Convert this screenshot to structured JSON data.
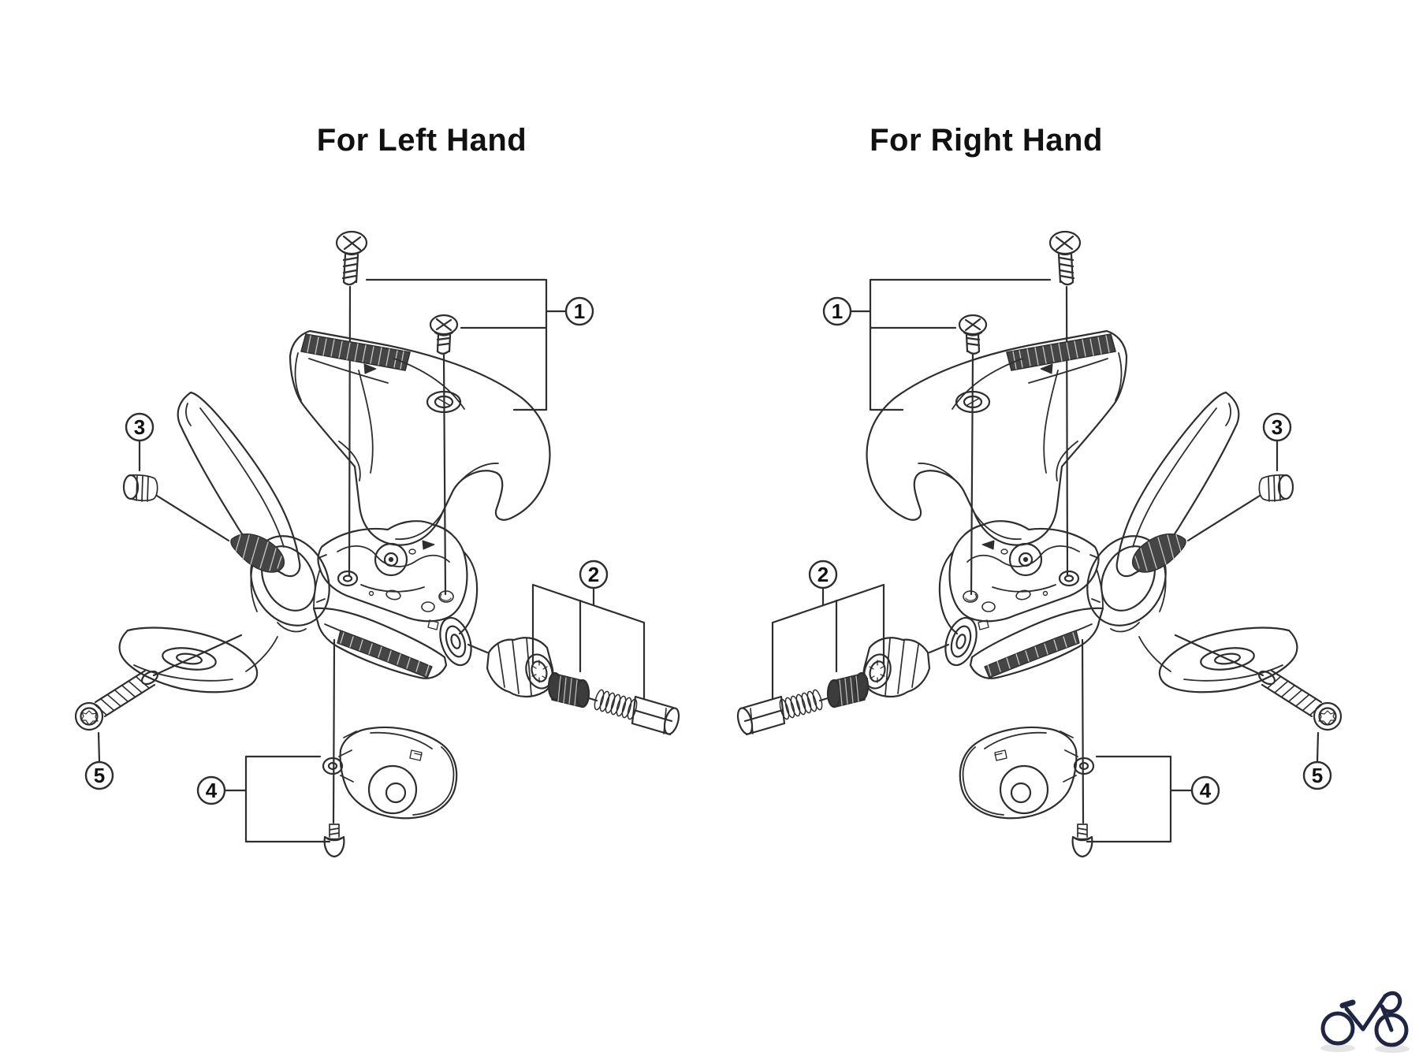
{
  "page": {
    "background_color": "#ffffff",
    "ink_color": "#2e2e2e",
    "dark_texture_color": "#454545"
  },
  "titles": {
    "left": "For Left Hand",
    "right": "For Right Hand"
  },
  "callouts": {
    "left": [
      "1",
      "2",
      "3",
      "4",
      "5"
    ],
    "right": [
      "1",
      "2",
      "3",
      "4",
      "5"
    ]
  },
  "logo": {
    "icon": "bicycle-logo-icon",
    "color": "#1e2643"
  }
}
